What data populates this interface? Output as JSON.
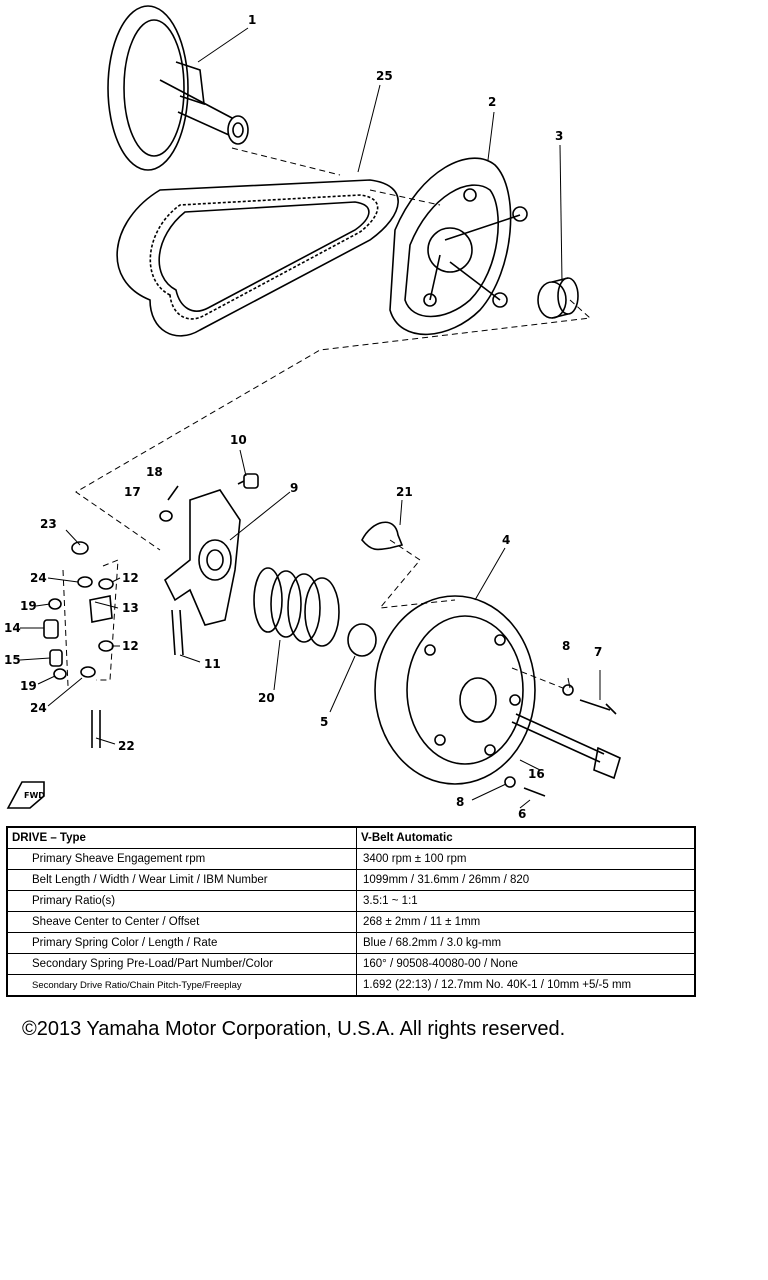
{
  "diagram": {
    "fwd_icon": "fwd-arrow-icon",
    "callouts": [
      "1",
      "25",
      "2",
      "3",
      "10",
      "18",
      "9",
      "17",
      "21",
      "23",
      "4",
      "12",
      "24",
      "19",
      "13",
      "14",
      "12",
      "15",
      "8",
      "7",
      "19",
      "24",
      "11",
      "20",
      "5",
      "16",
      "22",
      "8",
      "6"
    ]
  },
  "specs": {
    "rows": [
      {
        "label": "DRIVE – Type",
        "value": "V-Belt Automatic"
      },
      {
        "label": "Primary Sheave Engagement rpm",
        "value": "3400 rpm ± 100 rpm"
      },
      {
        "label": "Belt Length / Width / Wear Limit / IBM Number",
        "value": "1099mm / 31.6mm / 26mm / 820"
      },
      {
        "label": "Primary Ratio(s)",
        "value": "3.5:1 ~ 1:1"
      },
      {
        "label": "Sheave Center to Center / Offset",
        "value": "268 ± 2mm / 11 ± 1mm"
      },
      {
        "label": "Primary Spring Color / Length / Rate",
        "value": "Blue / 68.2mm / 3.0 kg-mm"
      },
      {
        "label": "Secondary Spring Pre-Load/Part Number/Color",
        "value": "160° / 90508-40080-00 / None"
      },
      {
        "label": "Secondary Drive Ratio/Chain Pitch-Type/Freeplay",
        "value": "1.692 (22:13) / 12.7mm No. 40K-1 / 10mm +5/-5 mm"
      }
    ]
  },
  "copyright": "©2013 Yamaha Motor Corporation, U.S.A. All rights reserved."
}
